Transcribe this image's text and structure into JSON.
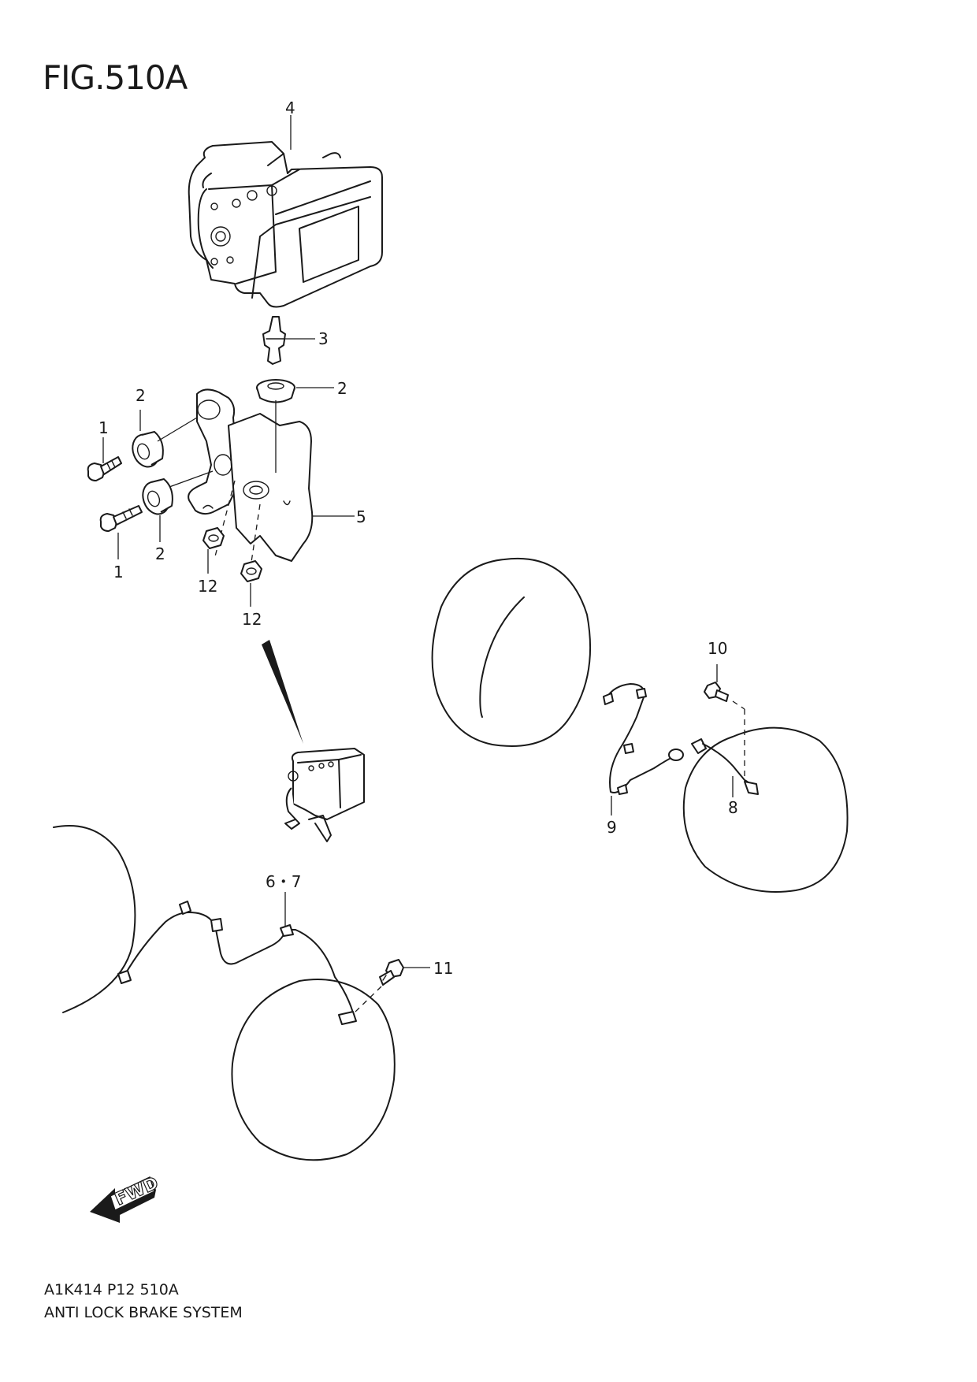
{
  "figure": {
    "title": "FIG.510A",
    "code": "A1K414 P12 510A",
    "name": "ANTI LOCK BRAKE SYSTEM"
  },
  "callouts": {
    "c1a": "1",
    "c1b": "1",
    "c2a": "2",
    "c2b": "2",
    "c2c": "2",
    "c3": "3",
    "c4": "4",
    "c5": "5",
    "c67": "6・7",
    "c8": "8",
    "c9": "9",
    "c10": "10",
    "c11": "11",
    "c12a": "12",
    "c12b": "12"
  },
  "fwd_label": "FWD"
}
